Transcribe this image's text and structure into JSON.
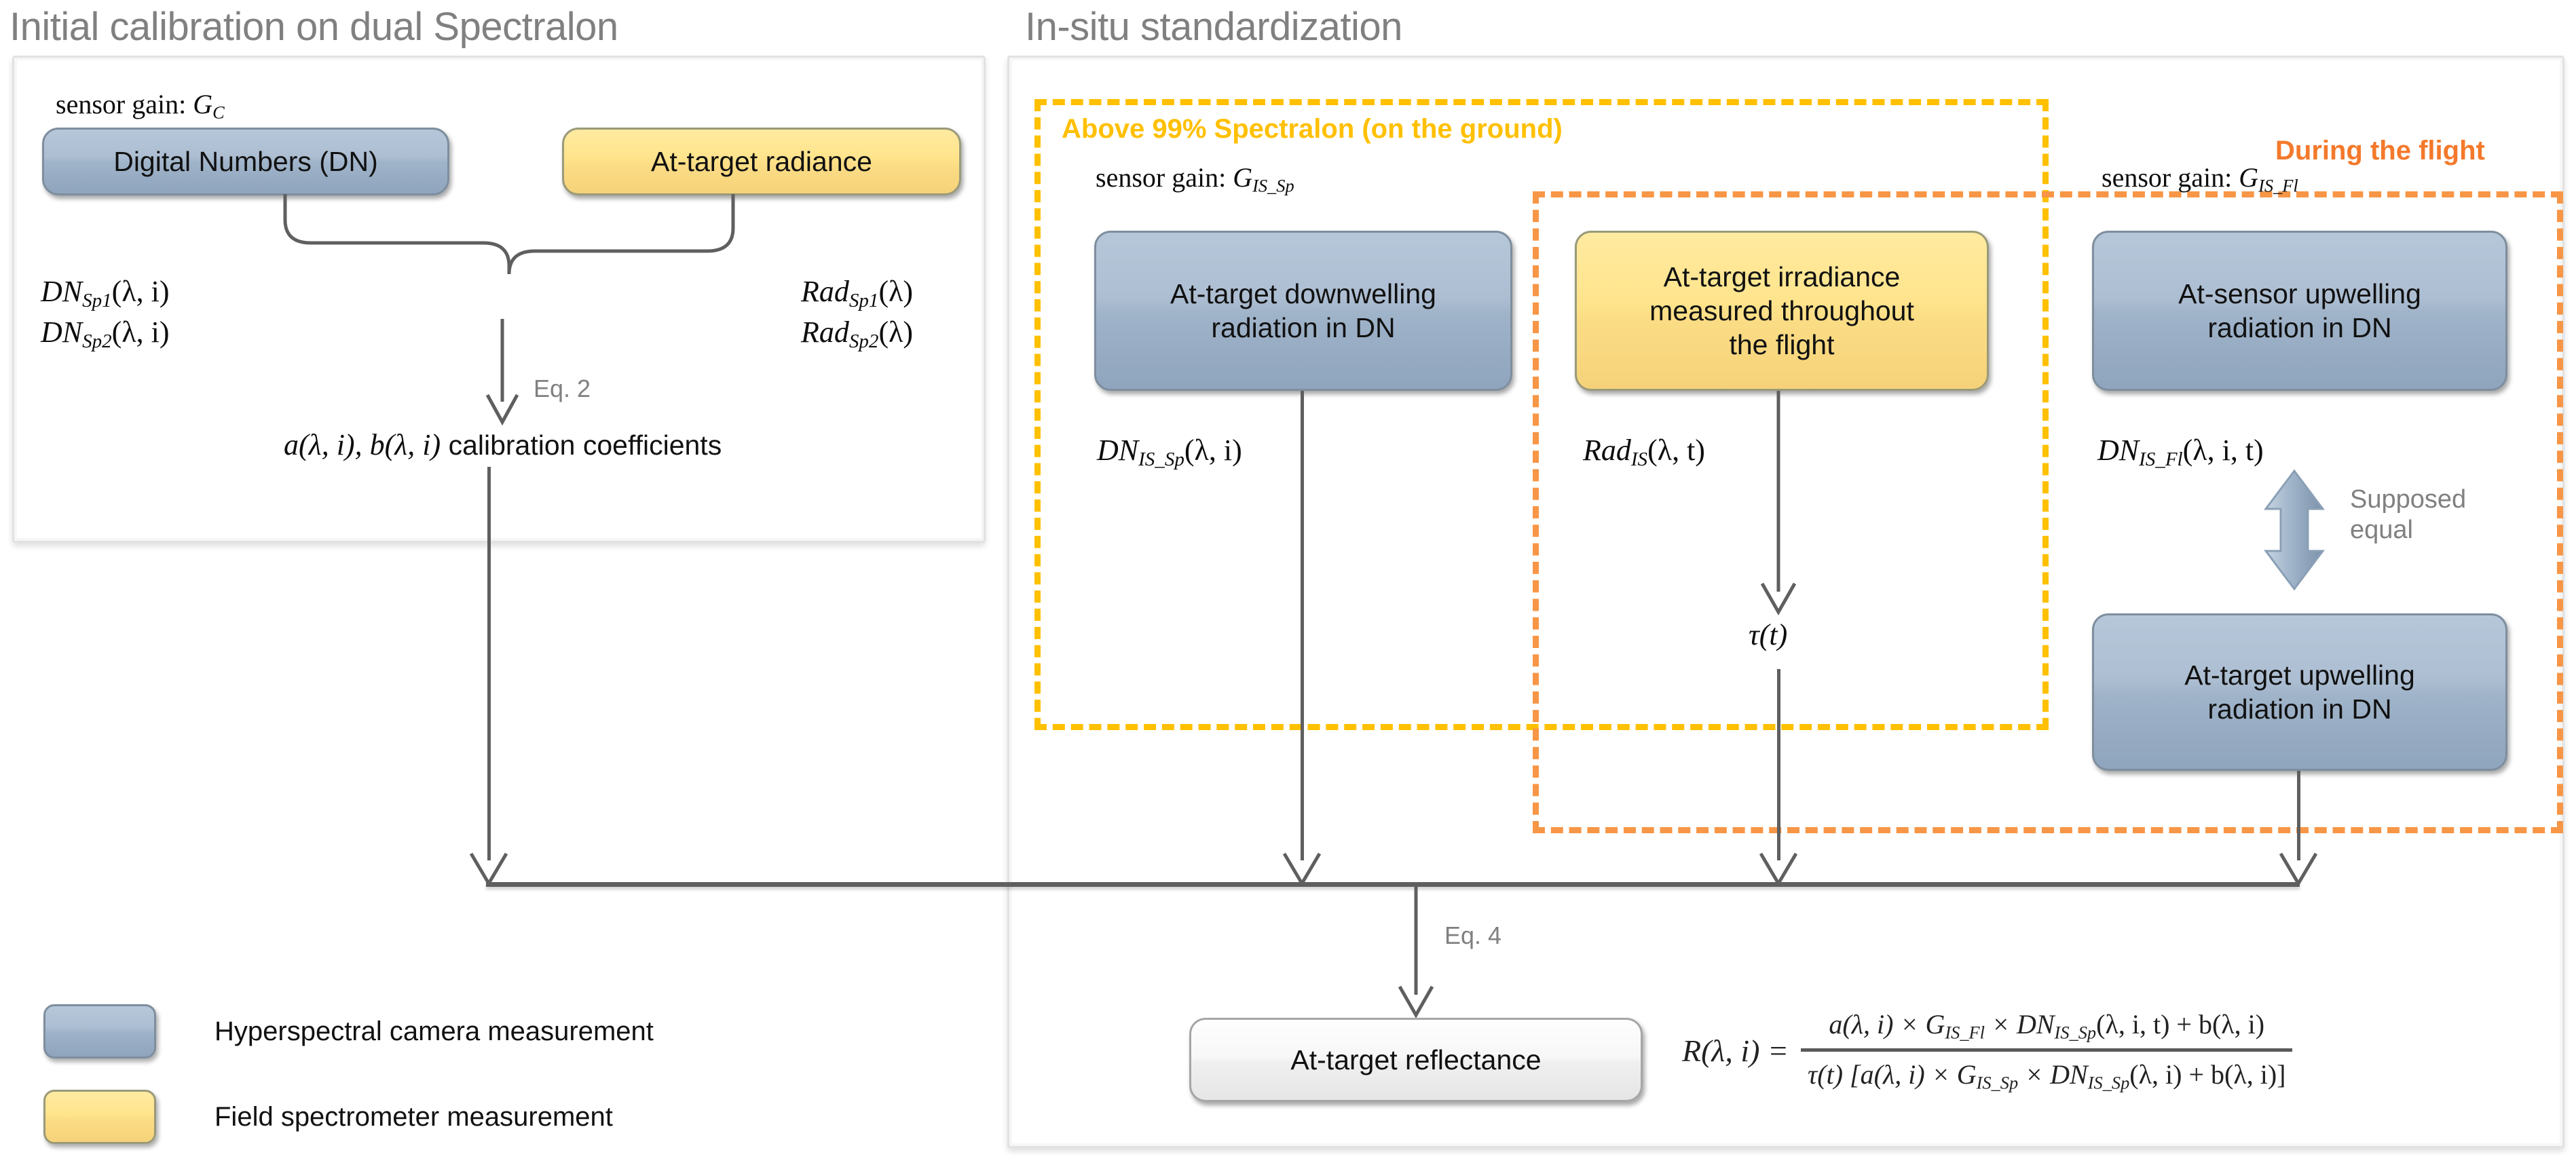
{
  "sections": {
    "left_title": "Initial calibration on dual Spectralon",
    "right_title": "In-situ standardization"
  },
  "groups": {
    "ground": "Above 99% Spectralon (on the ground)",
    "flight": "During the flight"
  },
  "left_panel": {
    "gain_prefix": "sensor gain: ",
    "gain_symbol": "G",
    "gain_sub": "C",
    "box_dn": "Digital Numbers (DN)",
    "box_radiance": "At-target radiance",
    "dn_sp1": {
      "base": "DN",
      "sub": "Sp1",
      "args": "(λ, i)"
    },
    "dn_sp2": {
      "base": "DN",
      "sub": "Sp2",
      "args": "(λ, i)"
    },
    "rad_sp1": {
      "base": "Rad",
      "sub": "Sp1",
      "args": "(λ)"
    },
    "rad_sp2": {
      "base": "Rad",
      "sub": "Sp2",
      "args": "(λ)"
    },
    "eq_label": "Eq. 2",
    "coefficients": {
      "math": "a(λ, i), b(λ, i)",
      "text": " calibration coefficients"
    }
  },
  "right_panel": {
    "col_ground": {
      "gain_prefix": "sensor gain: ",
      "gain_symbol": "G",
      "gain_sub": "IS_Sp",
      "box": "At-target downwelling radiation in DN",
      "box_line1": "At-target downwelling",
      "box_line2": "radiation in DN",
      "out_label": {
        "base": "DN",
        "sub": "IS_Sp",
        "args": "(λ, i)"
      }
    },
    "col_irradiance": {
      "box_line1": "At-target irradiance",
      "box_line2": "measured throughout",
      "box_line3": "the flight",
      "out_label": {
        "base": "Rad",
        "sub": "IS",
        "args": "(λ, t)"
      },
      "tau_label": "τ(t)"
    },
    "col_flight": {
      "gain_prefix": "sensor gain: ",
      "gain_symbol": "G",
      "gain_sub": "IS_Fl",
      "box_top_line1": "At-sensor upwelling",
      "box_top_line2": "radiation in DN",
      "out_label": {
        "base": "DN",
        "sub": "IS_Fl",
        "args": "(λ, i, t)"
      },
      "supposed_line1": "Supposed",
      "supposed_line2": "equal",
      "box_bottom_line1": "At-target upwelling",
      "box_bottom_line2": "radiation in DN"
    },
    "eq_label": "Eq. 4",
    "result_box": "At-target reflectance",
    "formula": {
      "lhs": "R(λ, i) =",
      "numerator": "a(λ, i) × G",
      "numerator_sub": "IS_Fl",
      "numerator_mid": " × DN",
      "numerator_sub2": "IS_Sp",
      "numerator_end": "(λ, i, t) + b(λ, i)",
      "denominator_start": "τ(t) [a(λ, i) × G",
      "denominator_sub": "IS_Sp",
      "denominator_mid": " × DN",
      "denominator_sub2": "IS_Sp",
      "denominator_end": "(λ, i) + b(λ, i)]"
    }
  },
  "legend": [
    {
      "swatch": "blue",
      "label": "Hyperspectral camera measurement"
    },
    {
      "swatch": "yellow",
      "label": "Field spectrometer measurement"
    }
  ],
  "colors": {
    "title_grey": "#808080",
    "yellow_dash": "#FFC000",
    "orange_dash": "#F79646",
    "orange_text": "#F4792B",
    "box_blue": "#A3B8CE",
    "box_yellow": "#FFE493",
    "connector": "#5F5F5F"
  }
}
